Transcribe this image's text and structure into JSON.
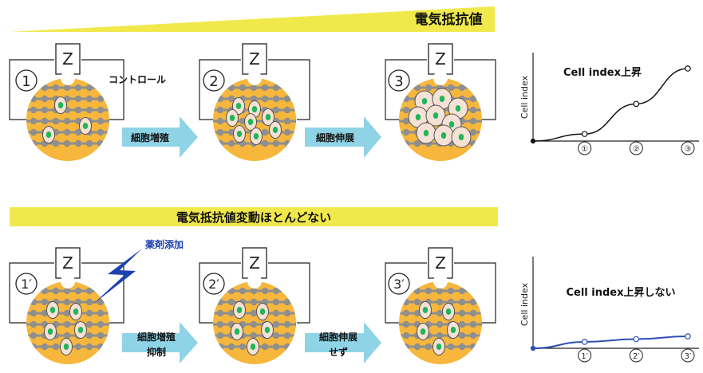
{
  "top": {
    "banner_label": "電気抵抗値",
    "control_label": "コントロール",
    "arrow1_label": "細胞増殖",
    "arrow2_label": "細胞伸展",
    "stages": [
      {
        "num": "1",
        "electrode": "Z"
      },
      {
        "num": "2",
        "electrode": "Z"
      },
      {
        "num": "3",
        "electrode": "Z"
      }
    ],
    "chart_data": {
      "type": "line",
      "title": "Cell index上昇",
      "ylabel": "Cell index",
      "xlabel": "",
      "categories": [
        "①",
        "②",
        "③"
      ],
      "x": [
        0,
        1,
        2,
        3
      ],
      "values": [
        0,
        0.08,
        0.42,
        0.82
      ],
      "color": "#111111"
    }
  },
  "bottom": {
    "banner_label": "電気抵抗値変動ほとんどない",
    "drug_label": "薬剤添加",
    "arrow1_label_line1": "細胞増殖",
    "arrow1_label_line2": "抑制",
    "arrow2_label_line1": "細胞伸展",
    "arrow2_label_line2": "せず",
    "stages": [
      {
        "num": "1′",
        "electrode": "Z"
      },
      {
        "num": "2′",
        "electrode": "Z"
      },
      {
        "num": "3′",
        "electrode": "Z"
      }
    ],
    "chart_data": {
      "type": "line",
      "title": "Cell index上昇しない",
      "ylabel": "Cell index",
      "xlabel": "",
      "categories": [
        "1′",
        "2′",
        "3′"
      ],
      "x": [
        0,
        1,
        2,
        3
      ],
      "values": [
        0,
        0.07,
        0.1,
        0.13
      ],
      "color": "#2e4fb5"
    }
  },
  "colors": {
    "banner_yellow": "#f1e94b",
    "well_fill": "#f6b73c",
    "electrode_dot": "#8f8f8f",
    "cell_fill": "#f5e1d5",
    "nucleus": "#1fb65a",
    "arrow_fill": "#8fd3e6",
    "drug_blue": "#1c41b0"
  }
}
